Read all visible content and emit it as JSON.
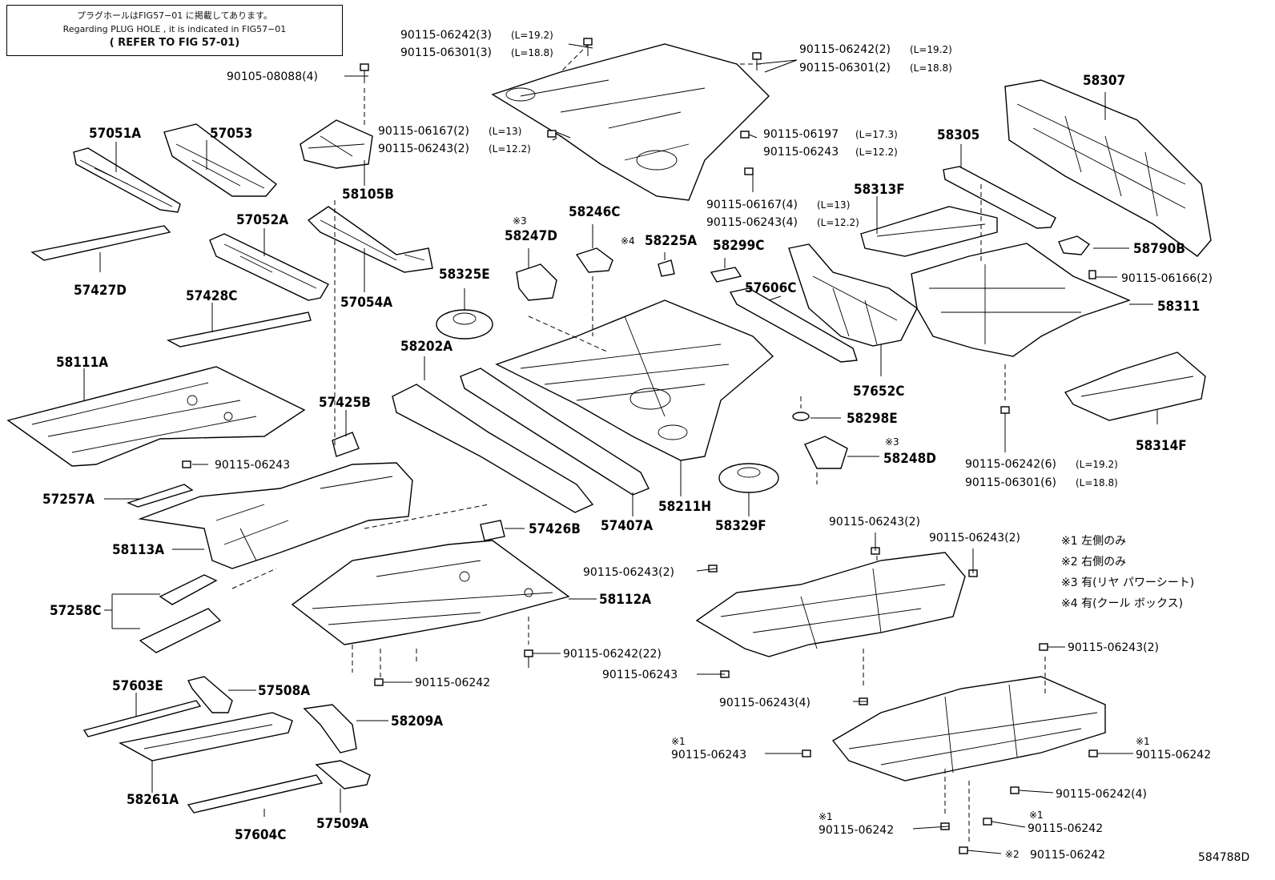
{
  "note": {
    "line1": "プラグホールはFIG57−01 に掲載してあります。",
    "line2": "Regarding PLUG HOLE , it is indicated in FIG57−01",
    "line3": "( REFER TO FIG 57-01)"
  },
  "parts": {
    "p57051A": "57051A",
    "p57053": "57053",
    "p57427D": "57427D",
    "p57052A": "57052A",
    "p57428C": "57428C",
    "p57054A": "57054A",
    "p58105B": "58105B",
    "p58111A": "58111A",
    "p57425B": "57425B",
    "p57257A": "57257A",
    "p58113A": "58113A",
    "p57258C": "57258C",
    "p57426B": "57426B",
    "p58112A": "58112A",
    "p57603E": "57603E",
    "p57508A": "57508A",
    "p58209A": "58209A",
    "p58261A": "58261A",
    "p57604C": "57604C",
    "p57509A": "57509A",
    "p58247D": "58247D",
    "p58246C": "58246C",
    "p58225A": "58225A",
    "p58299C": "58299C",
    "p58325E": "58325E",
    "p58202A": "58202A",
    "p57606C": "57606C",
    "p57407A": "57407A",
    "p58211H": "58211H",
    "p58329F": "58329F",
    "p58298E": "58298E",
    "p58248D": "58248D",
    "p57652C": "57652C",
    "p58313F": "58313F",
    "p58305": "58305",
    "p58307": "58307",
    "p58790B": "58790B",
    "p58311": "58311",
    "p58314F": "58314F"
  },
  "marks": {
    "m3": "※3",
    "m4": "※4",
    "m1": "※1",
    "m2": "※2"
  },
  "bolts": {
    "b_90105_08088": "90105-08088(4)",
    "b_top1a": "90115-06242(3)",
    "b_top1a_len": "(L=19.2)",
    "b_top1b": "90115-06301(3)",
    "b_top1b_len": "(L=18.8)",
    "b_top2a": "90115-06242(2)",
    "b_top2a_len": "(L=19.2)",
    "b_top2b": "90115-06301(2)",
    "b_top2b_len": "(L=18.8)",
    "b_mid1a": "90115-06167(2)",
    "b_mid1a_len": "(L=13)",
    "b_mid1b": "90115-06243(2)",
    "b_mid1b_len": "(L=12.2)",
    "b_mid2a": "90115-06197",
    "b_mid2a_len": "(L=17.3)",
    "b_mid2b": "90115-06243",
    "b_mid2b_len": "(L=12.2)",
    "b_mid3a": "90115-06167(4)",
    "b_mid3a_len": "(L=13)",
    "b_mid3b": "90115-06243(4)",
    "b_mid3b_len": "(L=12.2)",
    "b_06166": "90115-06166(2)",
    "b_rear1a": "90115-06242(6)",
    "b_rear1a_len": "(L=19.2)",
    "b_rear1b": "90115-06301(6)",
    "b_rear1b_len": "(L=18.8)",
    "b_left_06243": "90115-06243",
    "b_06242_22": "90115-06242(22)",
    "b_06242_front": "90115-06242",
    "b_06243_mid": "90115-06243",
    "b_06243_2a": "90115-06243(2)",
    "b_06243_2b": "90115-06243(2)",
    "b_06243_2c": "90115-06243(2)",
    "b_06243_2d": "90115-06243(2)",
    "b_06243_4": "90115-06243(4)",
    "b_06243_m1": "90115-06243",
    "b_06242_m1a": "90115-06242",
    "b_06242_4": "90115-06242(4)",
    "b_06242_m1b": "90115-06242",
    "b_06242_m1c": "90115-06242",
    "b_06242_m2": "90115-06242"
  },
  "legend": [
    "※1 左側のみ",
    "※2 右側のみ",
    "※3 有(リヤ パワーシート)",
    "※4 有(クール  ボックス)"
  ],
  "figure_code": "584788D"
}
